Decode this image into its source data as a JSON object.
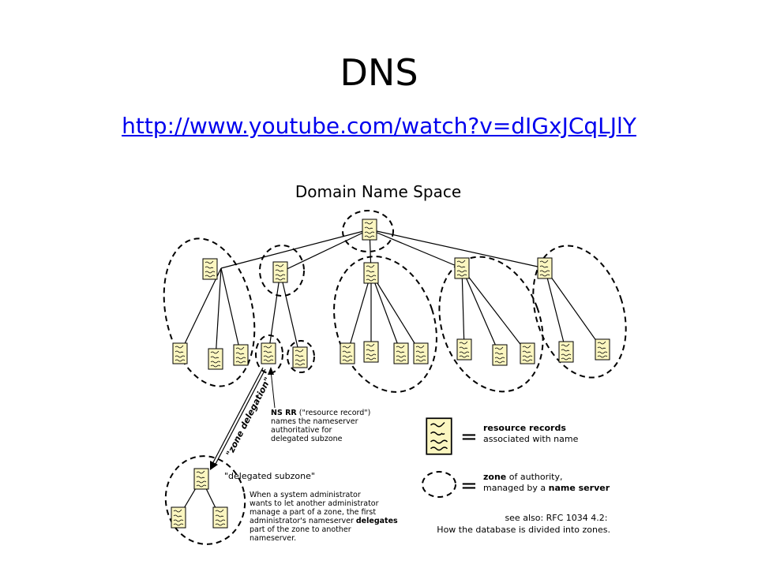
{
  "slide": {
    "title": "DNS",
    "link": "http://www.youtube.com/watch?v=dIGxJCqLJlY"
  },
  "diagram": {
    "title": "Domain Name Space",
    "zone_delegation_label": "\"zone delegation\"",
    "delegated_subzone_label": "\"delegated subzone\"",
    "ns_rr_note": {
      "line1_bold": "NS RR",
      "line1_rest": " (\"resource record\")",
      "line2": "names the nameserver",
      "line3": "authoritative for",
      "line4": "delegated subzone"
    },
    "admin_note": {
      "line1": "When a system administrator",
      "line2": "wants to let another administrator",
      "line3": "manage a part of a zone, the first",
      "line4_a": "administrator's nameserver ",
      "line4_bold": "delegates",
      "line5": "part of the zone to another",
      "line6": "nameserver."
    },
    "legend": {
      "equals": "=",
      "records_bold": "resource records",
      "records_desc": "associated with name",
      "zone_bold": "zone",
      "zone_desc1": " of authority,",
      "zone_desc2_a": "managed by a ",
      "zone_desc2_bold": "name server"
    },
    "see_also": {
      "line1": "see also: RFC 1034 4.2:",
      "line2": "How the database is divided into zones."
    }
  },
  "colors": {
    "record_fill": "#fbf6c0",
    "link": "#0000ee",
    "stroke": "#000000"
  }
}
